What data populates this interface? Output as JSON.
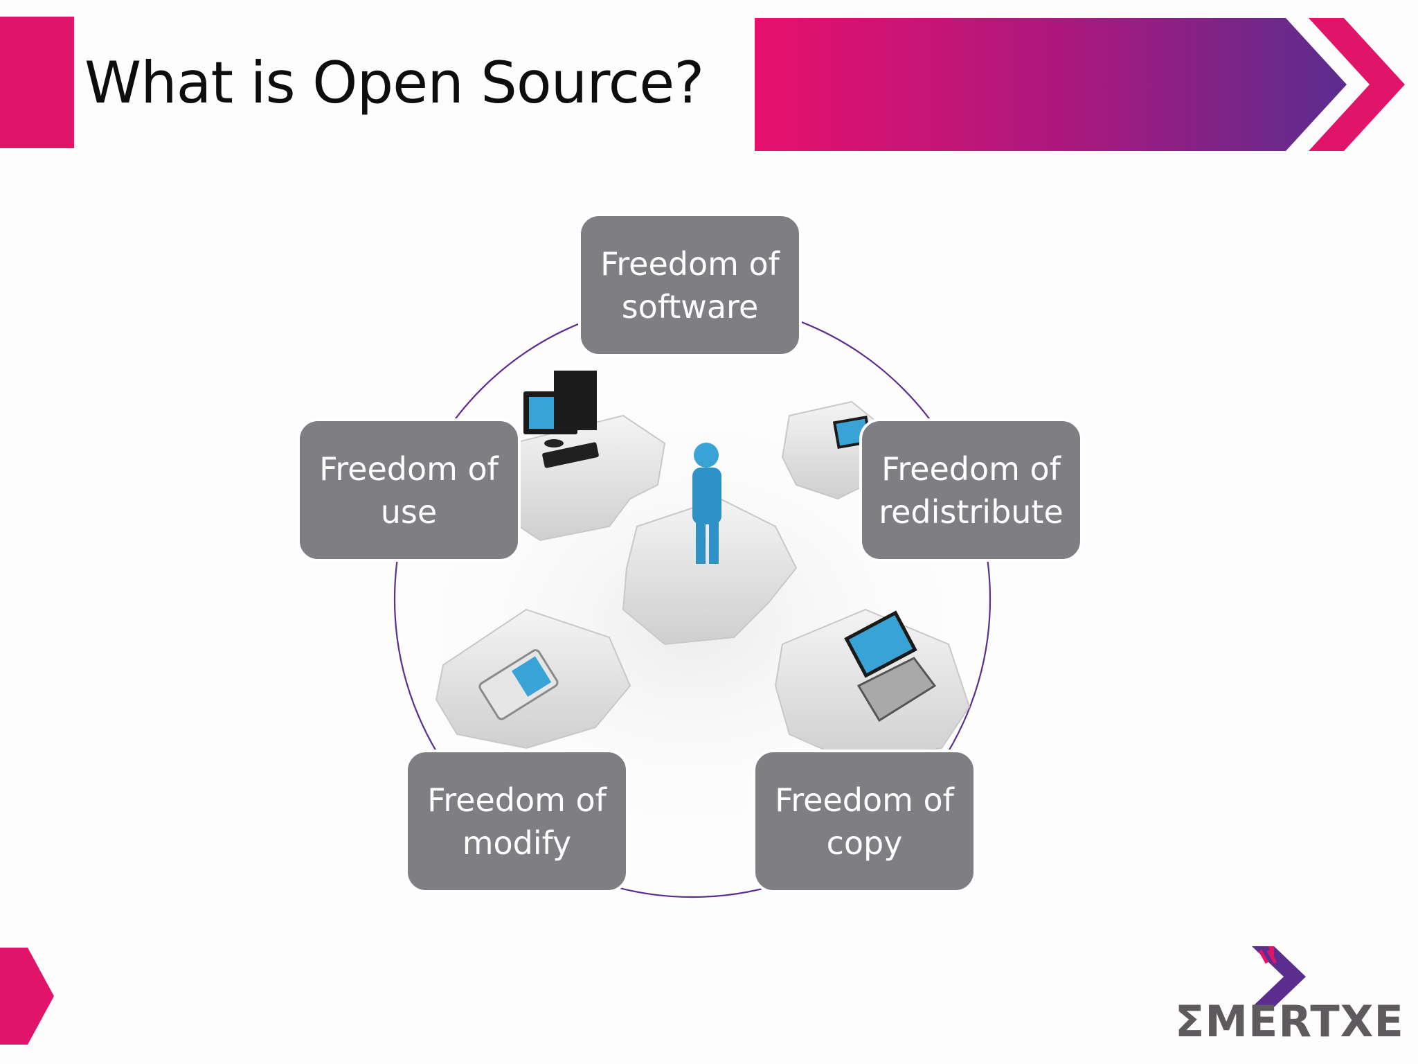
{
  "slide": {
    "title": "What is Open Source?"
  },
  "diagram": {
    "nodes": [
      {
        "id": "software",
        "line1": "Freedom of",
        "line2": "software"
      },
      {
        "id": "redistribute",
        "line1": "Freedom of",
        "line2": "redistribute"
      },
      {
        "id": "copy",
        "line1": "Freedom of",
        "line2": "copy"
      },
      {
        "id": "modify",
        "line1": "Freedom of",
        "line2": "modify"
      },
      {
        "id": "use",
        "line1": "Freedom of",
        "line2": "use"
      }
    ],
    "illustration": {
      "center": "person-icon",
      "pieces": [
        "desktop-computer-icon",
        "laptop-icon",
        "laptop-icon",
        "mobile-phone-icon"
      ]
    }
  },
  "branding": {
    "logo_text": "ƩMERTXE",
    "logo_mark": "chevron-arrow-icon"
  },
  "colors": {
    "accent_magenta": "#e0156a",
    "accent_purple": "#5a2d8e",
    "node_fill": "#7f7e82",
    "node_text": "#ffffff",
    "cycle_line": "#5a2d8e",
    "title_text": "#0d0d0d",
    "person": "#3aa3d6",
    "logo_text": "#5e5a5e"
  }
}
